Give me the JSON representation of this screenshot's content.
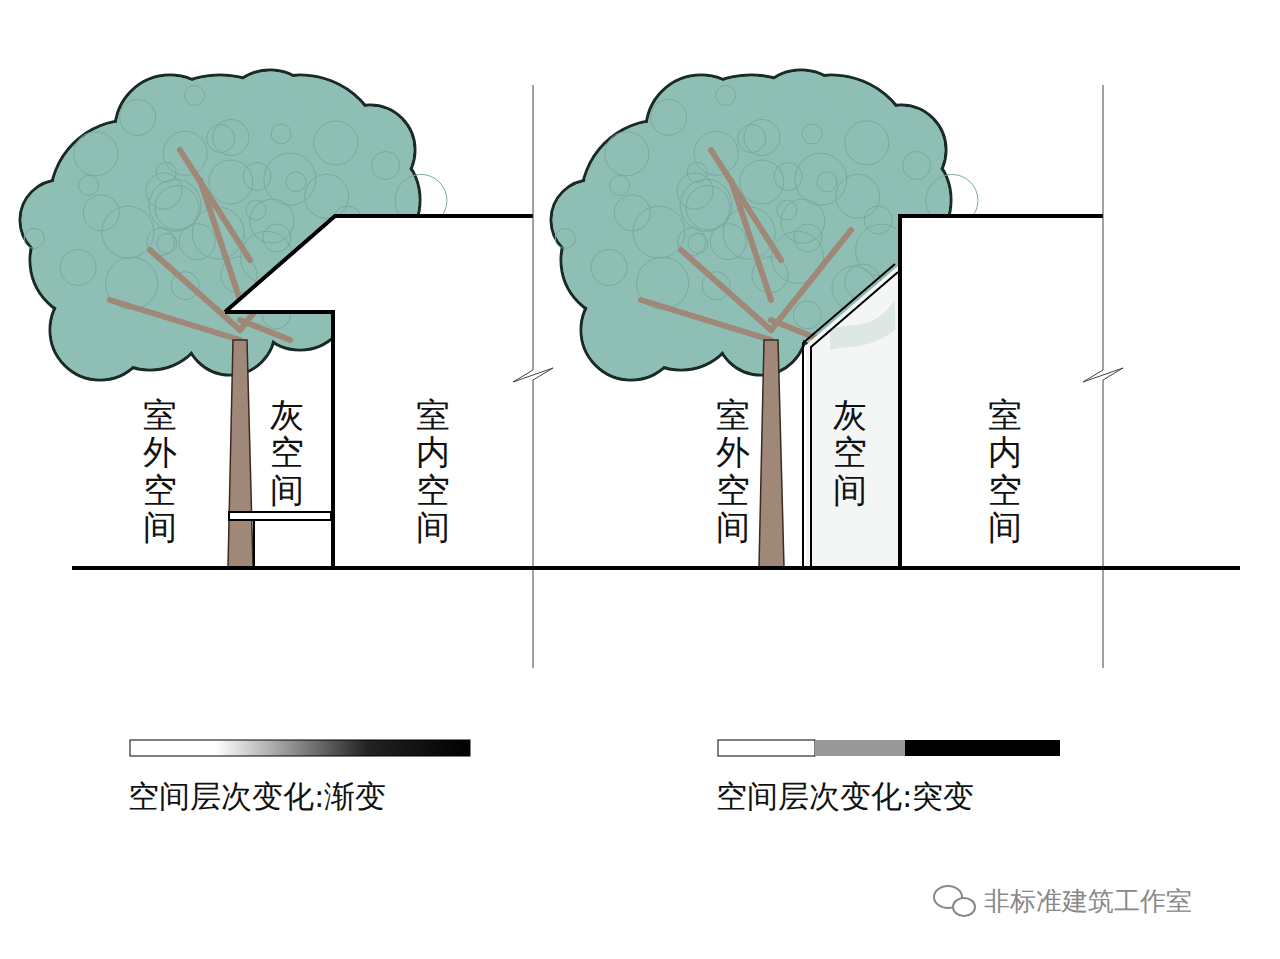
{
  "diagram": {
    "labels": [
      "室外空间",
      "灰空间",
      "室内空间",
      "室外空间",
      "灰空间",
      "室内空间",
      "空间层次变化:渐变",
      "空间层次变化:突变",
      "非标准建筑工作室"
    ]
  }
}
